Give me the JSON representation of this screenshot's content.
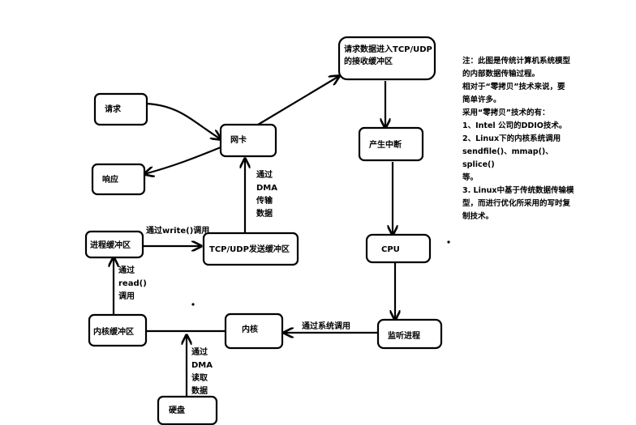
{
  "nodes": {
    "request": "请求",
    "response": "响应",
    "nic": "网卡",
    "tcp_recv_buffer": [
      "请求数据进入TCP/UDP",
      "的接收缓冲区"
    ],
    "interrupt": "产生中断",
    "cpu": "CPU",
    "listen_process": "监听进程",
    "kernel": "内核",
    "kernel_buffer": "内核缓冲区",
    "process_buffer": "进程缓冲区",
    "tcp_send_buffer": "TCP/UDP发送缓冲区",
    "disk": "硬盘"
  },
  "edge_labels": {
    "dma_transfer": [
      "通过",
      "DMA",
      "传输",
      "数据"
    ],
    "write_call": "通过write()调用",
    "read_call": [
      "通过",
      "read()",
      "调用"
    ],
    "syscall": "通过系统调用",
    "dma_read": [
      "通过",
      "DMA",
      "读取",
      "数据"
    ]
  },
  "note": [
    "注：此图是传统计算机系统模型",
    "的内部数据传输过程。",
    "相对于“零拷贝”技术来说，要",
    "简单许多。",
    "采用“零拷贝”技术的有：",
    "1、Intel 公司的DDIO技术。",
    "2、Linux下的内核系统调用",
    "sendfile()、mmap()、splice()",
    "等。",
    "3. Linux中基于传统数据传输模",
    "型，而进行优化所采用的写时复",
    "制技术。"
  ]
}
